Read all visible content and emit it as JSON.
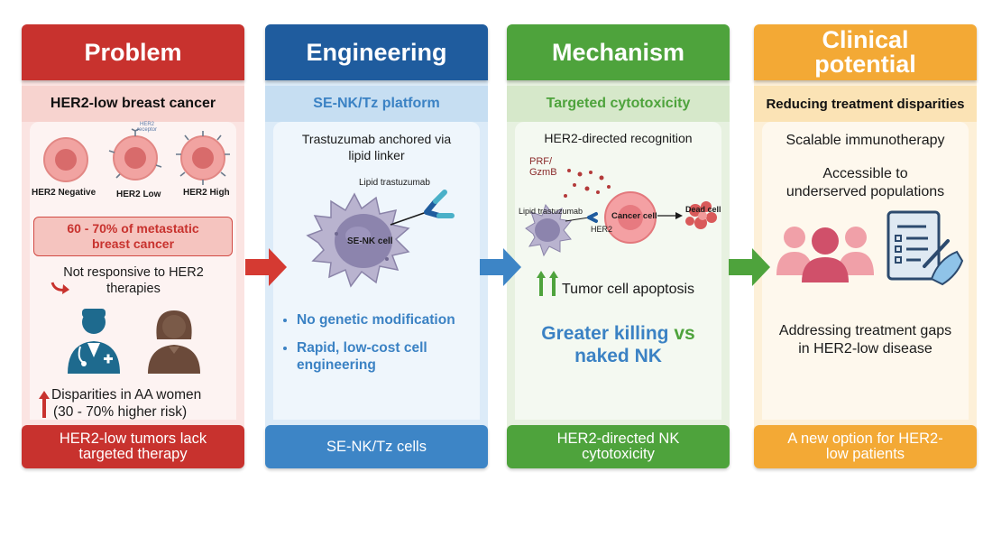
{
  "panels": [
    {
      "title": [
        "Problem"
      ],
      "subtitle": "HER2-low breast cancer",
      "cell_labels": [
        "HER2 Negative",
        "HER2 Low",
        "HER2 High"
      ],
      "receptor_label": [
        "HER2",
        "receptor"
      ],
      "stat_box": [
        "60 - 70% of metastatic",
        "breast cancer"
      ],
      "not_responsive": [
        "Not responsive to HER2",
        "therapies"
      ],
      "disparities": [
        "Disparities in AA women",
        "(30 - 70% higher risk)"
      ],
      "footer": [
        "HER2-low tumors lack",
        "targeted therapy"
      ]
    },
    {
      "title": [
        "Engineering"
      ],
      "subtitle": "SE-NK/Tz platform",
      "desc": [
        "Trastuzumab anchored via",
        "lipid linker"
      ],
      "lipid_label": "Lipid trastuzumab",
      "cell_label": "SE-NK cell",
      "bullets": [
        [
          "No genetic modification"
        ],
        [
          "Rapid, low-cost cell",
          "engineering"
        ]
      ],
      "footer": [
        "SE-NK/Tz cells"
      ]
    },
    {
      "title": [
        "Mechanism"
      ],
      "subtitle": "Targeted cytotoxicity",
      "desc": "HER2-directed recognition",
      "prf_label": [
        "PRF/",
        "GzmB"
      ],
      "lipid_label": "Lipid trastuzumab",
      "her2_label": "HER2",
      "cancer_label": "Cancer cell",
      "dead_label": "Dead cell",
      "apoptosis": "Tumor cell apoptosis",
      "greater_killing": "Greater killing",
      "vs": "vs",
      "naked_nk": "naked NK",
      "footer": [
        "HER2-directed NK",
        "cytotoxicity"
      ]
    },
    {
      "title": [
        "Clinical",
        "potential"
      ],
      "subtitle": "Reducing treatment disparities",
      "scalable": "Scalable immunotherapy",
      "accessible": [
        "Accessible to",
        "underserved populations"
      ],
      "addressing": [
        "Addressing treatment gaps",
        "in HER2-low disease"
      ],
      "footer": [
        "A new option for HER2-",
        "low patients"
      ]
    }
  ],
  "colors": {
    "problem": "#c8322e",
    "engineering": "#1f5c9e",
    "mechanism": "#4ea33c",
    "clinical": "#f3a935",
    "problem_bg": "#fbe4e2",
    "engineering_bg": "#dcebf8",
    "mechanism_bg": "#e7f1e0",
    "clinical_bg": "#fdf0d8",
    "blue_text": "#3b82c4",
    "green_text": "#4ea33c"
  }
}
